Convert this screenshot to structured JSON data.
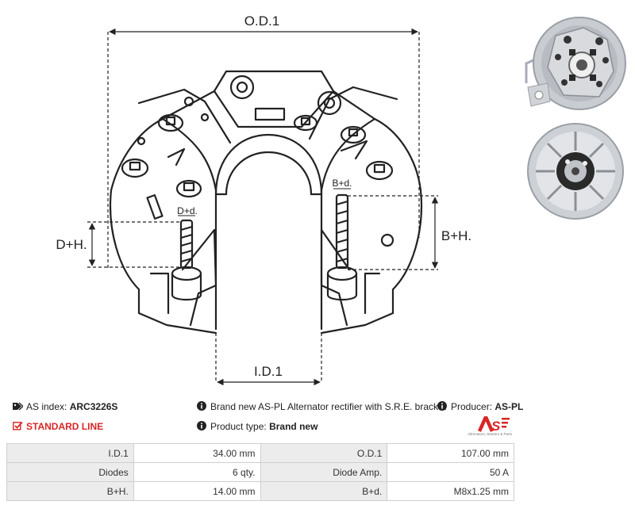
{
  "drawing": {
    "dim_od": "O.D.1",
    "dim_id": "I.D.1",
    "dim_dh": "D+H.",
    "dim_bh": "B+H.",
    "dim_dd": "D+d.",
    "dim_bd": "B+d."
  },
  "info": {
    "as_index_label": "AS index:",
    "as_index_value": "ARC3226S",
    "standard_line": "STANDARD LINE",
    "description": "Brand new AS-PL Alternator rectifier with S.R.E. bracket",
    "product_type_label": "Product type:",
    "product_type_value": "Brand new",
    "producer_label": "Producer:",
    "producer_value": "AS-PL",
    "logo_text": "AS",
    "logo_tagline": "Alternators, Starters & Parts"
  },
  "specs": [
    [
      "I.D.1",
      "34.00 mm",
      "O.D.1",
      "107.00 mm"
    ],
    [
      "Diodes",
      "6 qty.",
      "Diode Amp.",
      "50 A"
    ],
    [
      "B+H.",
      "14.00 mm",
      "B+d.",
      "M8x1.25 mm"
    ]
  ],
  "colors": {
    "accent_red": "#d92626",
    "label_bg": "#ececec",
    "border": "#cfcfcf"
  }
}
